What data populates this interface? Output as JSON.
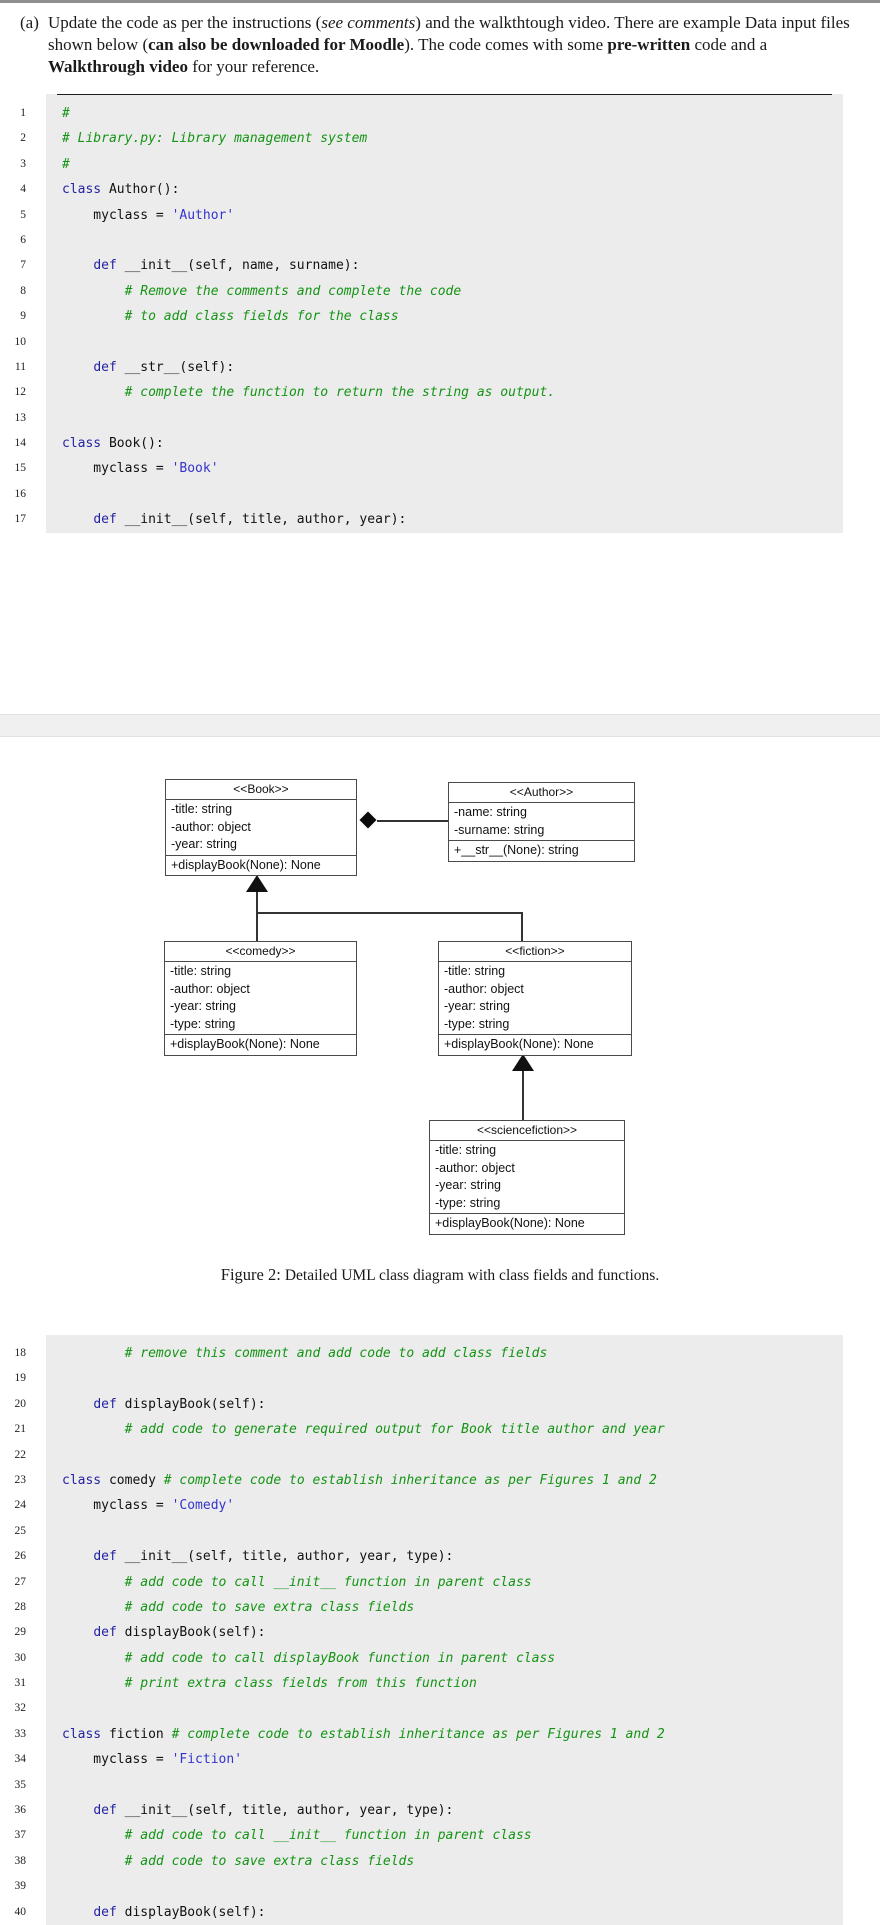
{
  "document": {
    "item_label": "(a)",
    "paragraph_segments": [
      {
        "t": "Update the code as per the instructions (",
        "st": "r"
      },
      {
        "t": "see comments",
        "st": "i"
      },
      {
        "t": ") and the walkthtough video.  There are example Data input files shown below (",
        "st": "r"
      },
      {
        "t": "can also be downloaded for Moodle",
        "st": "b"
      },
      {
        "t": ").  The code comes with some ",
        "st": "r"
      },
      {
        "t": "pre-written",
        "st": "b"
      },
      {
        "t": " code and a ",
        "st": "r"
      },
      {
        "t": "Walkthrough video",
        "st": "b"
      },
      {
        "t": " for your reference.",
        "st": "r"
      }
    ]
  },
  "listing1": {
    "lines": [
      {
        "no": "1",
        "segs": [
          {
            "t": "#",
            "y": "c"
          }
        ]
      },
      {
        "no": "2",
        "segs": [
          {
            "t": "# Library.py: Library management system",
            "y": "c"
          }
        ]
      },
      {
        "no": "3",
        "segs": [
          {
            "t": "#",
            "y": "c"
          }
        ]
      },
      {
        "no": "4",
        "segs": [
          {
            "t": "class",
            "y": "k"
          },
          {
            "t": " Author():",
            "y": "p"
          }
        ]
      },
      {
        "no": "5",
        "segs": [
          {
            "t": "    myclass = ",
            "y": "p"
          },
          {
            "t": "'Author'",
            "y": "s"
          }
        ]
      },
      {
        "no": "6",
        "segs": []
      },
      {
        "no": "7",
        "segs": [
          {
            "t": "    ",
            "y": "p"
          },
          {
            "t": "def",
            "y": "k"
          },
          {
            "t": " __init__(self, name, surname):",
            "y": "p"
          }
        ]
      },
      {
        "no": "8",
        "segs": [
          {
            "t": "        ",
            "y": "p"
          },
          {
            "t": "# Remove the comments and complete the code",
            "y": "c"
          }
        ]
      },
      {
        "no": "9",
        "segs": [
          {
            "t": "        ",
            "y": "p"
          },
          {
            "t": "# to add class fields for the class",
            "y": "c"
          }
        ]
      },
      {
        "no": "10",
        "segs": []
      },
      {
        "no": "11",
        "segs": [
          {
            "t": "    ",
            "y": "p"
          },
          {
            "t": "def",
            "y": "k"
          },
          {
            "t": " __str__(self):",
            "y": "p"
          }
        ]
      },
      {
        "no": "12",
        "segs": [
          {
            "t": "        ",
            "y": "p"
          },
          {
            "t": "# complete the function to return the string as output.",
            "y": "c"
          }
        ]
      },
      {
        "no": "13",
        "segs": []
      },
      {
        "no": "14",
        "segs": [
          {
            "t": "class",
            "y": "k"
          },
          {
            "t": " Book():",
            "y": "p"
          }
        ]
      },
      {
        "no": "15",
        "segs": [
          {
            "t": "    myclass = ",
            "y": "p"
          },
          {
            "t": "'Book'",
            "y": "s"
          }
        ]
      },
      {
        "no": "16",
        "segs": []
      },
      {
        "no": "17",
        "segs": [
          {
            "t": "    ",
            "y": "p"
          },
          {
            "t": "def",
            "y": "k"
          },
          {
            "t": " __init__(self, title, author, year):",
            "y": "p"
          }
        ]
      }
    ]
  },
  "figure": {
    "caption_label": "Figure 2:",
    "caption_text": "Detailed UML class diagram with class fields and functions.",
    "classes": [
      {
        "id": "book",
        "stereotype": "<<Book>>",
        "attributes": [
          "-title: string",
          "-author: object",
          "-year: string"
        ],
        "methods": [
          "+displayBook(None): None"
        ]
      },
      {
        "id": "author",
        "stereotype": "<<Author>>",
        "attributes": [
          "-name: string",
          "-surname: string"
        ],
        "methods": [
          "+__str__(None): string"
        ]
      },
      {
        "id": "comedy",
        "stereotype": "<<comedy>>",
        "attributes": [
          "-title: string",
          "-author: object",
          "-year: string",
          "-type: string"
        ],
        "methods": [
          "+displayBook(None): None"
        ]
      },
      {
        "id": "fiction",
        "stereotype": "<<fiction>>",
        "attributes": [
          "-title: string",
          "-author: object",
          "-year: string",
          "-type: string"
        ],
        "methods": [
          "+displayBook(None): None"
        ]
      },
      {
        "id": "sciencefiction",
        "stereotype": "<<sciencefiction>>",
        "attributes": [
          "-title: string",
          "-author: object",
          "-year: string",
          "-type: string"
        ],
        "methods": [
          "+displayBook(None): None"
        ]
      }
    ]
  },
  "listing2": {
    "lines": [
      {
        "no": "18",
        "segs": [
          {
            "t": "        ",
            "y": "p"
          },
          {
            "t": "# remove this comment and add code to add class fields",
            "y": "c"
          }
        ]
      },
      {
        "no": "19",
        "segs": []
      },
      {
        "no": "20",
        "segs": [
          {
            "t": "    ",
            "y": "p"
          },
          {
            "t": "def",
            "y": "k"
          },
          {
            "t": " displayBook(self):",
            "y": "p"
          }
        ]
      },
      {
        "no": "21",
        "segs": [
          {
            "t": "        ",
            "y": "p"
          },
          {
            "t": "# add code to generate required output for Book title author and year",
            "y": "c"
          }
        ]
      },
      {
        "no": "22",
        "segs": []
      },
      {
        "no": "23",
        "segs": [
          {
            "t": "class",
            "y": "k"
          },
          {
            "t": " comedy ",
            "y": "p"
          },
          {
            "t": "# complete code to establish inheritance as per Figures 1 and 2",
            "y": "c"
          }
        ]
      },
      {
        "no": "24",
        "segs": [
          {
            "t": "    myclass = ",
            "y": "p"
          },
          {
            "t": "'Comedy'",
            "y": "s"
          }
        ]
      },
      {
        "no": "25",
        "segs": []
      },
      {
        "no": "26",
        "segs": [
          {
            "t": "    ",
            "y": "p"
          },
          {
            "t": "def",
            "y": "k"
          },
          {
            "t": " __init__(self, title, author, year, type):",
            "y": "p"
          }
        ]
      },
      {
        "no": "27",
        "segs": [
          {
            "t": "        ",
            "y": "p"
          },
          {
            "t": "# add code to call __init__ function in parent class",
            "y": "c"
          }
        ]
      },
      {
        "no": "28",
        "segs": [
          {
            "t": "        ",
            "y": "p"
          },
          {
            "t": "# add code to save extra class fields",
            "y": "c"
          }
        ]
      },
      {
        "no": "29",
        "segs": [
          {
            "t": "    ",
            "y": "p"
          },
          {
            "t": "def",
            "y": "k"
          },
          {
            "t": " displayBook(self):",
            "y": "p"
          }
        ]
      },
      {
        "no": "30",
        "segs": [
          {
            "t": "        ",
            "y": "p"
          },
          {
            "t": "# add code to call displayBook function in parent class",
            "y": "c"
          }
        ]
      },
      {
        "no": "31",
        "segs": [
          {
            "t": "        ",
            "y": "p"
          },
          {
            "t": "# print extra class fields from this function",
            "y": "c"
          }
        ]
      },
      {
        "no": "32",
        "segs": []
      },
      {
        "no": "33",
        "segs": [
          {
            "t": "class",
            "y": "k"
          },
          {
            "t": " fiction ",
            "y": "p"
          },
          {
            "t": "# complete code to establish inheritance as per Figures 1 and 2",
            "y": "c"
          }
        ]
      },
      {
        "no": "34",
        "segs": [
          {
            "t": "    myclass = ",
            "y": "p"
          },
          {
            "t": "'Fiction'",
            "y": "s"
          }
        ]
      },
      {
        "no": "35",
        "segs": []
      },
      {
        "no": "36",
        "segs": [
          {
            "t": "    ",
            "y": "p"
          },
          {
            "t": "def",
            "y": "k"
          },
          {
            "t": " __init__(self, title, author, year, type):",
            "y": "p"
          }
        ]
      },
      {
        "no": "37",
        "segs": [
          {
            "t": "        ",
            "y": "p"
          },
          {
            "t": "# add code to call __init__ function in parent class",
            "y": "c"
          }
        ]
      },
      {
        "no": "38",
        "segs": [
          {
            "t": "        ",
            "y": "p"
          },
          {
            "t": "# add code to save extra class fields",
            "y": "c"
          }
        ]
      },
      {
        "no": "39",
        "segs": []
      },
      {
        "no": "40",
        "segs": [
          {
            "t": "    ",
            "y": "p"
          },
          {
            "t": "def",
            "y": "k"
          },
          {
            "t": " displayBook(self):",
            "y": "p"
          }
        ]
      }
    ]
  },
  "colors": {
    "code_background": "#ececec",
    "comment_green": "#149414",
    "keyword_blue": "#2323a2",
    "string_blue": "#3434cc"
  }
}
